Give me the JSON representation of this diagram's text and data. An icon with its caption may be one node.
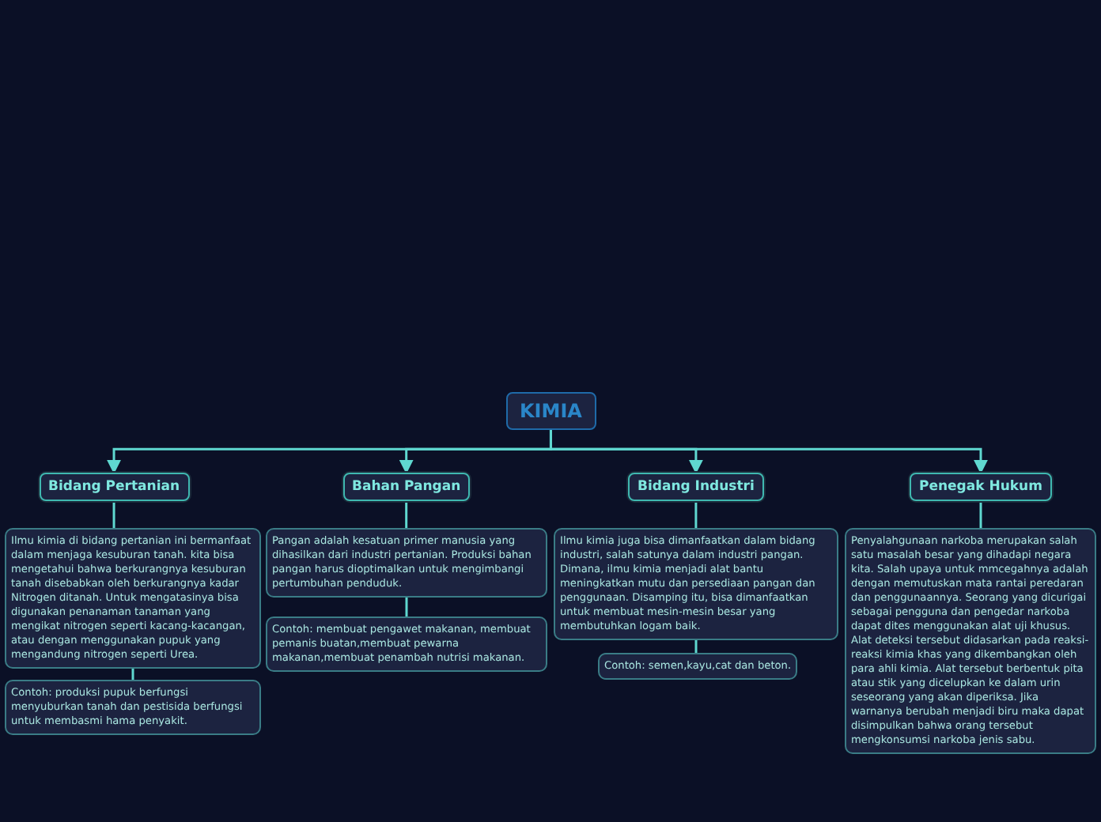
{
  "diagram": {
    "nodes": [
      {
        "text": [
          "KIMIA"
        ]
      },
      {
        "text": [
          "Bidang Pertanian"
        ]
      },
      {
        "text": [
          "Bahan Pangan"
        ]
      },
      {
        "text": [
          "Bidang Industri"
        ]
      },
      {
        "text": [
          "Penegak Hukum"
        ]
      },
      {
        "text": [
          "Ilmu kimia di bidang pertanian ini bermanfaat dalam menjaga kesuburan tanah. kita bisa mengetahui bahwa berkurangnya kesuburan tanah disebabkan oleh berkurangnya kadar Nitrogen ditanah. Untuk mengatasinya bisa digunakan penanaman tanaman yang mengikat nitrogen seperti kacang-kacangan, atau dengan menggunakan pupuk yang mengandung nitrogen seperti Urea."
        ]
      },
      {
        "text": [
          "Contoh: produksi pupuk berfungsi menyuburkan tanah dan pestisida berfungsi untuk membasmi hama penyakit."
        ]
      },
      {
        "text": [
          "Pangan adalah kesatuan primer manusia yang dihasilkan dari industri pertanian. Produksi bahan pangan harus dioptimalkan untuk mengimbangi pertumbuhan penduduk."
        ]
      },
      {
        "text": [
          "Contoh: membuat pengawet makanan, membuat pemanis buatan,membuat pewarna makanan,membuat penambah nutrisi makanan."
        ]
      },
      {
        "text": [
          "Ilmu kimia juga bisa dimanfaatkan dalam bidang industri, salah satunya dalam industri pangan. Dimana, ilmu kimia menjadi alat bantu meningkatkan mutu dan persediaan pangan dan penggunaan. Disamping itu, bisa dimanfaatkan untuk membuat mesin-mesin besar yang membutuhkan logam baik."
        ]
      },
      {
        "text": [
          "Contoh: semen,kayu,cat dan beton."
        ]
      },
      {
        "text": [
          "Penyalahgunaan narkoba merupakan salah satu masalah besar yang dihadapi negara kita. Salah upaya untuk mmcegahnya adalah dengan memutuskan mata rantai peredaran dan penggunaannya. Seorang yang dicurigai sebagai pengguna dan pengedar narkoba dapat dites menggunakan alat uji khusus. Alat deteksi tersebut didasarkan pada reaksi-reaksi kimia khas yang dikembangkan oleh para ahli kimia. Alat tersebut berbentuk pita atau stik yang dicelupkan ke dalam urin seseorang yang akan diperiksa. Jika warnanya berubah menjadi biru maka dapat disimpulkan bahwa orang tersebut mengkonsumsi narkoba jenis sabu."
        ]
      }
    ],
    "edges": [
      {
        "from": 0,
        "to": 1,
        "arrow": "to"
      },
      {
        "from": 0,
        "to": 2,
        "arrow": "to"
      },
      {
        "from": 0,
        "to": 3,
        "arrow": "to"
      },
      {
        "from": 0,
        "to": 4,
        "arrow": "to"
      },
      {
        "from": 1,
        "to": 5,
        "arrow": "none"
      },
      {
        "from": 5,
        "to": 6,
        "arrow": "none"
      },
      {
        "from": 2,
        "to": 7,
        "arrow": "none"
      },
      {
        "from": 7,
        "to": 8,
        "arrow": "none"
      },
      {
        "from": 3,
        "to": 9,
        "arrow": "none"
      },
      {
        "from": 9,
        "to": 10,
        "arrow": "none"
      },
      {
        "from": 4,
        "to": 11,
        "arrow": "none"
      }
    ]
  }
}
